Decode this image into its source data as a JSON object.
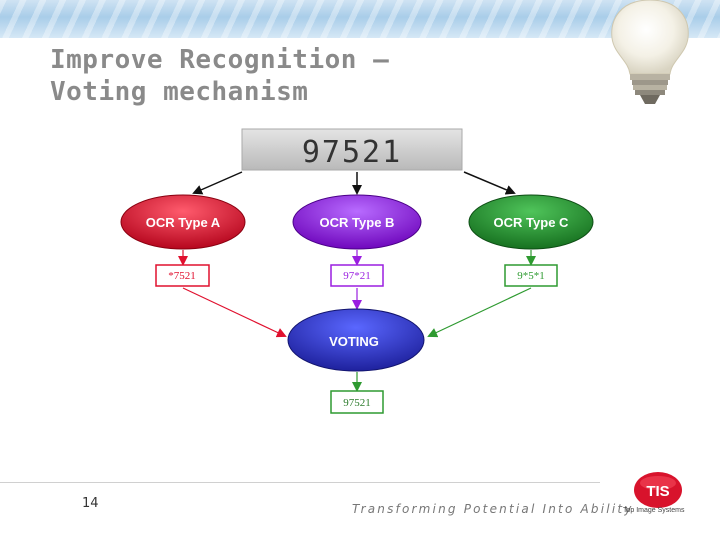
{
  "slide": {
    "title_line1": "Improve Recognition –",
    "title_line2": "Voting mechanism",
    "page_number": "14",
    "tagline": "Transforming Potential Into Ability",
    "logo_text": "TIS",
    "logo_subtext": "Top Image Systems"
  },
  "diagram": {
    "input_value": "97521",
    "engines": [
      {
        "label": "OCR Type A",
        "result": "*7521",
        "color": "#d40c2a"
      },
      {
        "label": "OCR Type B",
        "result": "97*21",
        "color": "#8a10d8"
      },
      {
        "label": "OCR Type C",
        "result": "9*5*1",
        "color": "#1f8a2a"
      }
    ],
    "voting_label": "VOTING",
    "voting_color": "#2a2bb8",
    "output_value": "97521",
    "output_color": "#2a9a2a"
  }
}
